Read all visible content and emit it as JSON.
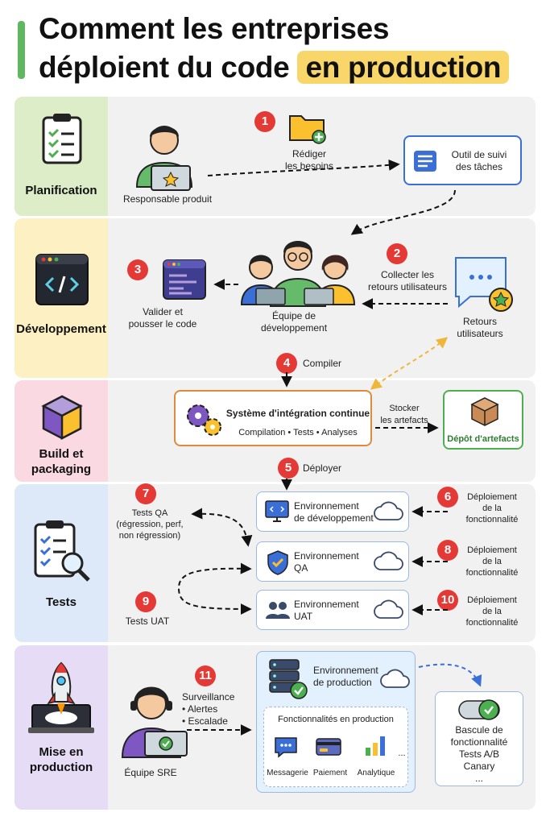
{
  "title": {
    "line1": "Comment les entreprises",
    "line2_prefix": "déploient du code ",
    "line2_highlight": "en production"
  },
  "colors": {
    "accent_green": "#5fb85f",
    "highlight": "#f9d66a",
    "badge_red": "#e53935",
    "ci_border": "#e08a3c",
    "artefact_border": "#4caf50",
    "tool_border": "#3b6fd8"
  },
  "stages": [
    {
      "label": "Planification",
      "color": "#dcedc8"
    },
    {
      "label": "Développement",
      "color": "#fdf1c4"
    },
    {
      "label": "Build et\npackaging",
      "color": "#fbd9e3"
    },
    {
      "label": "Tests",
      "color": "#dde9f9"
    },
    {
      "label": "Mise en\nproduction",
      "color": "#e6dcf5"
    }
  ],
  "planning": {
    "product_owner": "Responsable produit",
    "step1_num": "1",
    "step1_text": "Rédiger\nles besoins",
    "tracker": "Outil de suivi\ndes tâches"
  },
  "development": {
    "step2_num": "2",
    "step2_text": "Collecter les\nretours utilisateurs",
    "step3_num": "3",
    "step3_text": "Valider et\npousser le code",
    "team": "Équipe de\ndéveloppement",
    "feedback": "Retours\nutilisateurs",
    "step4_num": "4",
    "step4_text": "Compiler"
  },
  "build": {
    "ci_title": "Système d'intégration continue",
    "ci_sub": "Compilation • Tests • Analyses",
    "store_text": "Stocker\nles artefacts",
    "artefact_repo": "Dépôt d'artefacts",
    "step5_num": "5",
    "step5_text": "Déployer"
  },
  "tests": {
    "step7_num": "7",
    "step7_text": "Tests QA\n(régression, perf,\nnon régression)",
    "step9_num": "9",
    "step9_text": "Tests UAT",
    "env_dev": "Environnement\nde développement",
    "env_qa": "Environnement\nQA",
    "env_uat": "Environnement\nUAT",
    "step6_num": "6",
    "step8_num": "8",
    "step10_num": "10",
    "deploy_text": "Déploiement\nde la\nfonctionnalité"
  },
  "production": {
    "step11_num": "11",
    "step11_text": "Surveillance\n• Alertes\n• Escalade",
    "sre": "Équipe SRE",
    "env_prod": "Environnement\nde production",
    "features_title": "Fonctionnalités en production",
    "features": [
      "Messagerie",
      "Paiement",
      "Analytique"
    ],
    "features_more": "...",
    "toggle_text": "Bascule de\nfonctionnalité\nTests A/B\nCanary\n..."
  }
}
